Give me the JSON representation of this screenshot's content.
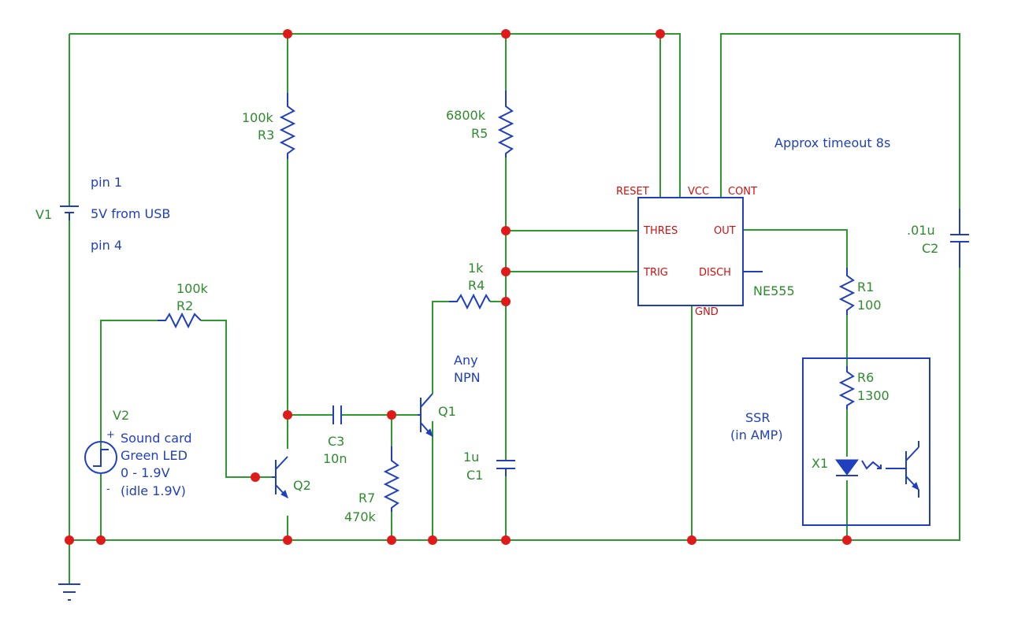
{
  "components": {
    "v1": {
      "ref": "V1"
    },
    "v2": {
      "ref": "V2"
    },
    "r1": {
      "ref": "R1",
      "value": "100"
    },
    "r2": {
      "ref": "R2",
      "value": "100k"
    },
    "r3": {
      "ref": "R3",
      "value": "100k"
    },
    "r4": {
      "ref": "R4",
      "value": "1k"
    },
    "r5": {
      "ref": "R5",
      "value": "6800k"
    },
    "r6": {
      "ref": "R6",
      "value": "1300"
    },
    "r7": {
      "ref": "R7",
      "value": "470k"
    },
    "c1": {
      "ref": "C1",
      "value": "1u"
    },
    "c2": {
      "ref": "C2",
      "value": ".01u"
    },
    "c3": {
      "ref": "C3",
      "value": "10n"
    },
    "q1": {
      "ref": "Q1"
    },
    "q2": {
      "ref": "Q2"
    },
    "x1": {
      "ref": "X1"
    },
    "u1": {
      "part": "NE555",
      "pins": {
        "reset": "RESET",
        "vcc": "VCC",
        "cont": "CONT",
        "thres": "THRES",
        "out": "OUT",
        "trig": "TRIG",
        "disch": "DISCH",
        "gnd": "GND"
      }
    }
  },
  "notes": {
    "pin1": "pin 1",
    "usb": "5V from USB",
    "pin4": "pin 4",
    "soundcard": [
      "Sound card",
      "Green LED",
      "0 - 1.9V",
      "(idle 1.9V)"
    ],
    "npn": [
      "Any",
      "NPN"
    ],
    "ssr": [
      "SSR",
      "(in AMP)"
    ],
    "timeout": "Approx timeout 8s",
    "plus": "+",
    "minus": "-"
  }
}
